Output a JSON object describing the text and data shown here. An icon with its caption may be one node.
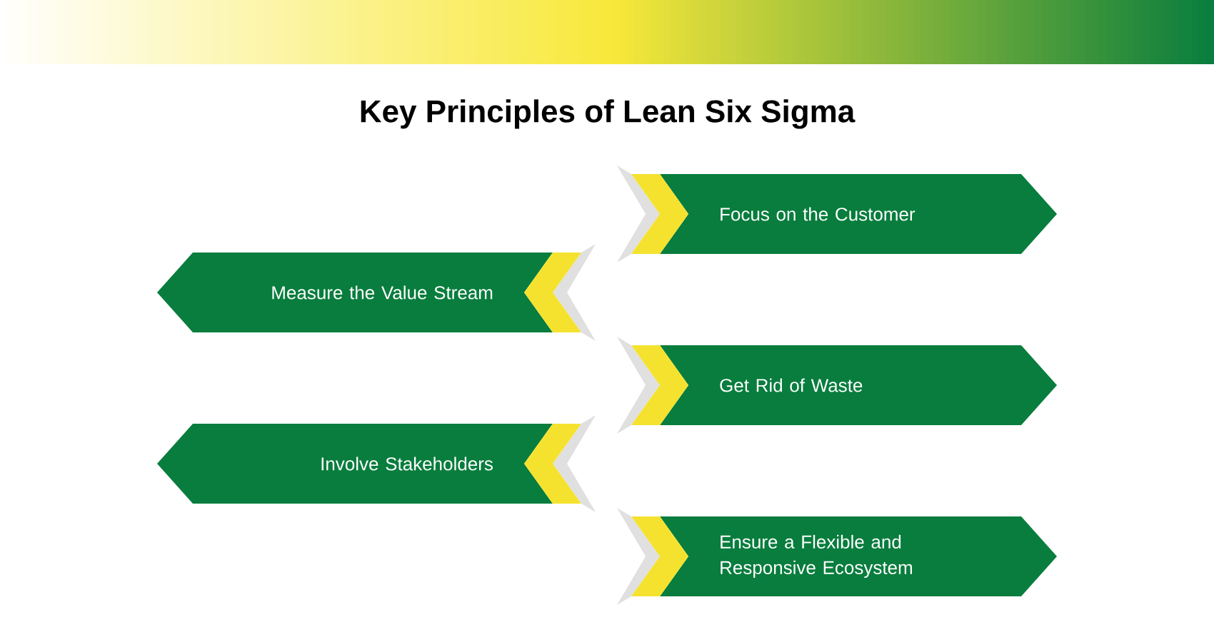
{
  "diagram": {
    "title": "Key Principles of Lean Six Sigma",
    "nodes": [
      {
        "text": [
          "Focus on the Customer"
        ]
      },
      {
        "text": [
          "Measure the Value Stream"
        ]
      },
      {
        "text": [
          "Get Rid of Waste"
        ]
      },
      {
        "text": [
          "Involve Stakeholders"
        ]
      },
      {
        "text": [
          "Ensure a Flexible and Responsive Ecosystem"
        ]
      }
    ]
  }
}
